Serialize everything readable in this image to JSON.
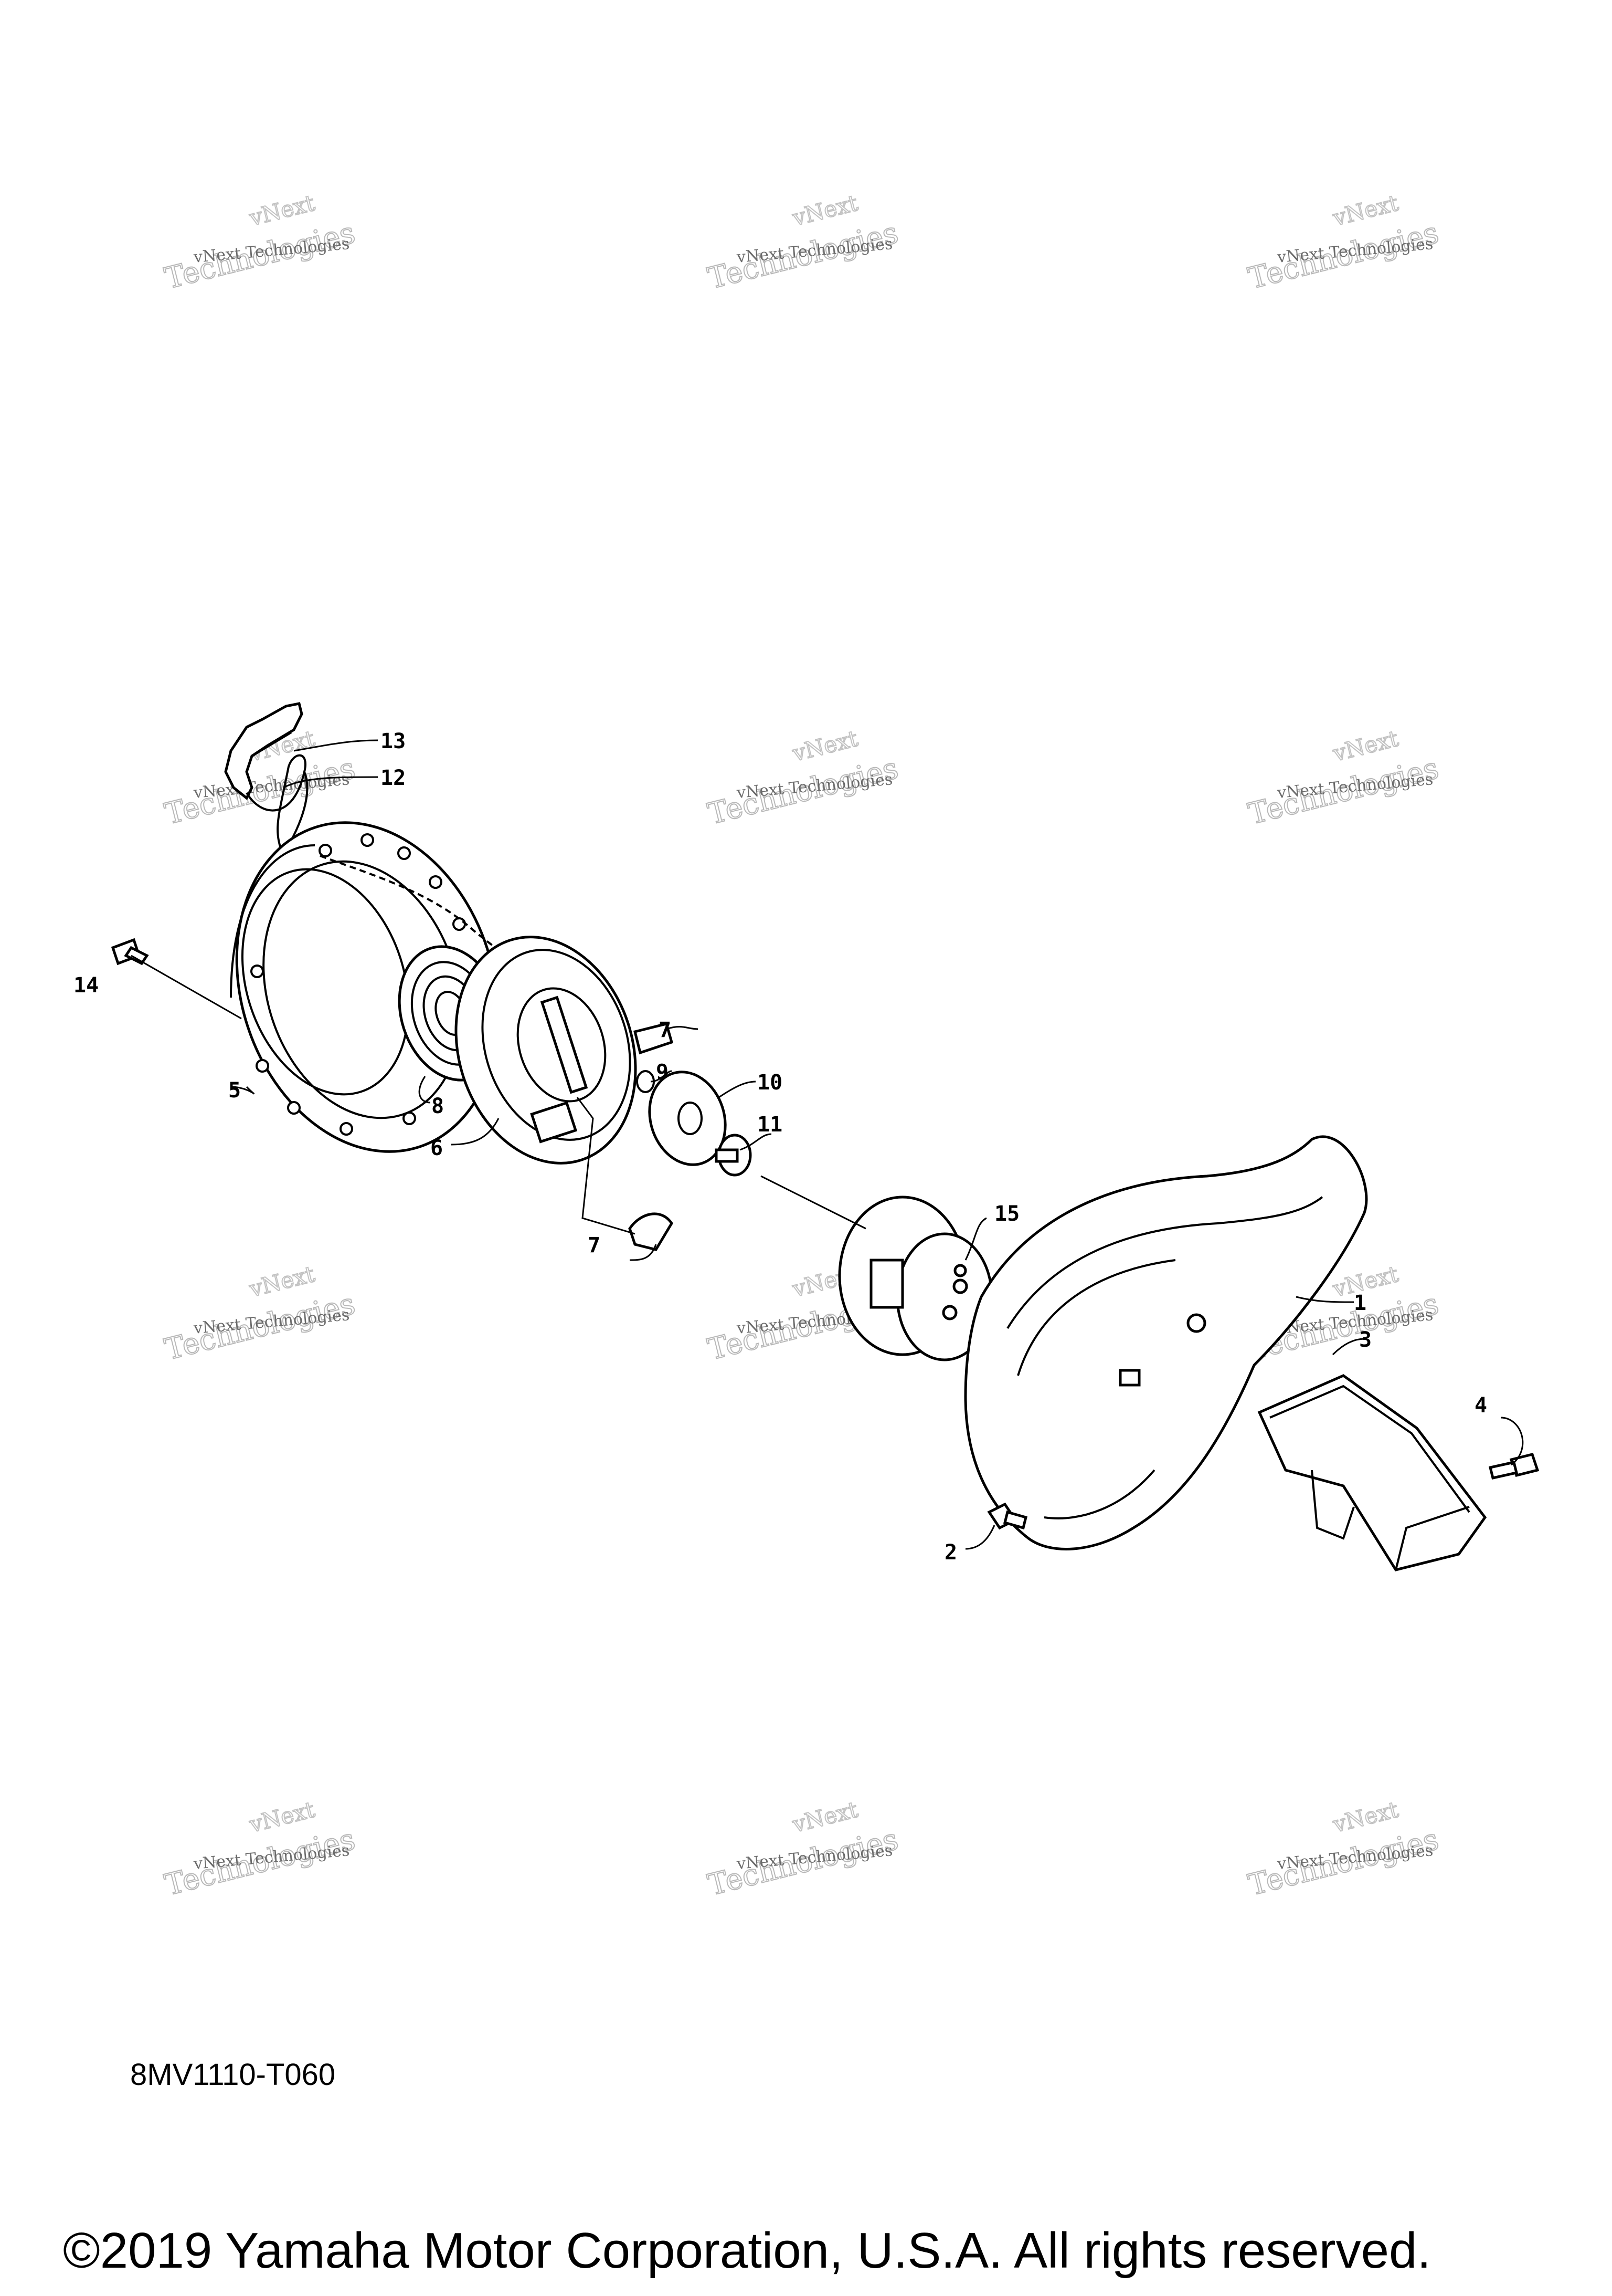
{
  "watermark": {
    "line1": "vNext",
    "line2": "Technologies",
    "line3": "vNext Technologies"
  },
  "diagram_code": "8MV1110-T060",
  "copyright": "©2019 Yamaha Motor Corporation, U.S.A. All rights reserved.",
  "callouts": {
    "c1": "1",
    "c2": "2",
    "c3": "3",
    "c4": "4",
    "c5": "5",
    "c6": "6",
    "c7a": "7",
    "c7b": "7",
    "c8": "8",
    "c9": "9",
    "c10": "10",
    "c11": "11",
    "c12": "12",
    "c13": "13",
    "c14": "14",
    "c15": "15"
  }
}
